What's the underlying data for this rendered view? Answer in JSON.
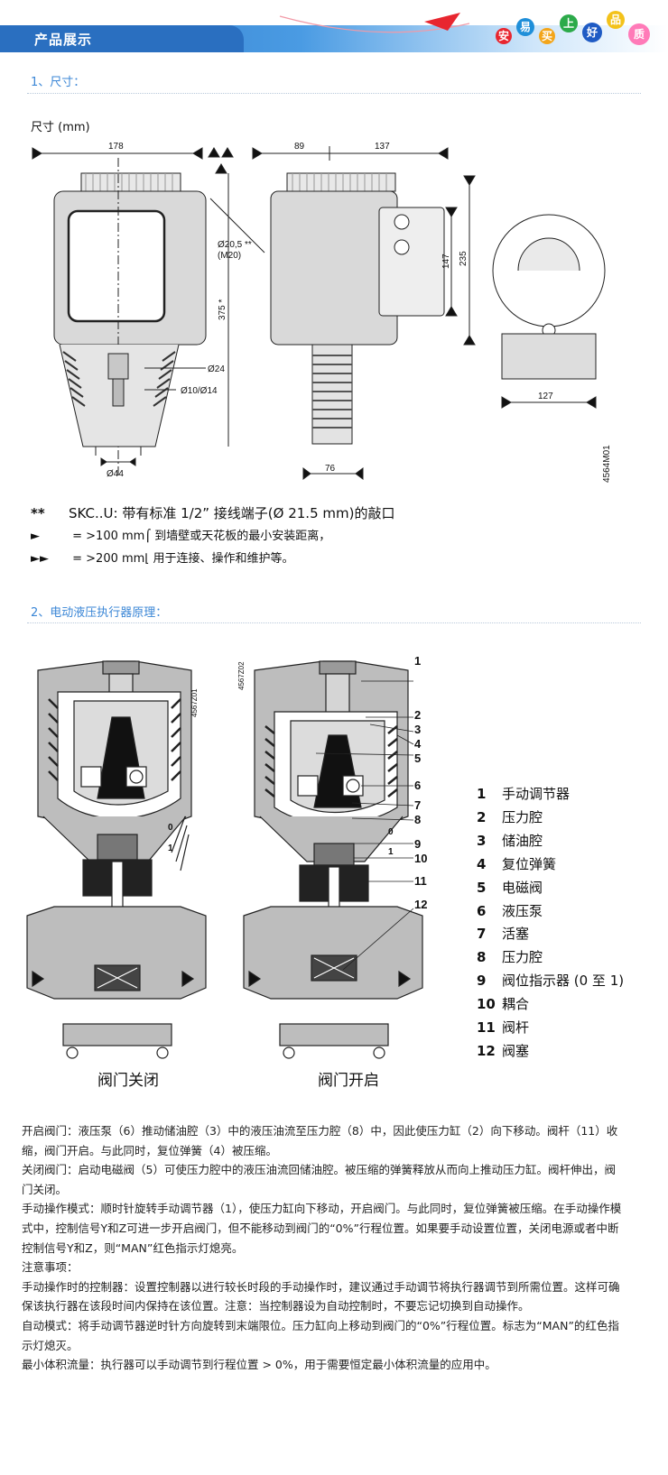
{
  "header": {
    "title": "产品展示",
    "slogan_chars": [
      "安",
      "易",
      "买",
      "上",
      "好",
      "品",
      "质"
    ]
  },
  "section1": {
    "title": "1、尺寸：",
    "drawing_title": "尺寸 (mm)",
    "dims": {
      "width_178": "178",
      "width_89": "89",
      "width_137": "137",
      "height_375": "375 *",
      "height_147": "147",
      "height_235": "235",
      "dia_205": "Ø20,5 **",
      "dia_m20": "(M20)",
      "dia_24": "Ø24",
      "dia_10_14": "Ø10/Ø14",
      "dia_44": "Ø44",
      "width_76": "76",
      "width_127": "127",
      "drawing_code": "4564M01"
    },
    "notes": [
      {
        "mark": "**",
        "text": "SKC..U: 带有标准 1/2” 接线端子(Ø 21.5 mm)的敲口"
      },
      {
        "mark": "►",
        "text": " = >100 mm⌠ 到墙壁或天花板的最小安装距离，"
      },
      {
        "mark": "►►",
        "text": " = >200 mm⌊ 用于连接、操作和维护等。"
      }
    ]
  },
  "section2": {
    "title": "2、电动液压执行器原理：",
    "code_closed": "4567Z01",
    "code_open": "4567Z02",
    "caption_closed": "阀门关闭",
    "caption_open": "阀门开启",
    "scale_0": "0",
    "scale_1": "1",
    "legend": [
      {
        "num": "1",
        "label": "手动调节器"
      },
      {
        "num": "2",
        "label": "压力腔"
      },
      {
        "num": "3",
        "label": "储油腔"
      },
      {
        "num": "4",
        "label": "复位弹簧"
      },
      {
        "num": "5",
        "label": "电磁阀"
      },
      {
        "num": "6",
        "label": "液压泵"
      },
      {
        "num": "7",
        "label": "活塞"
      },
      {
        "num": "8",
        "label": "压力腔"
      },
      {
        "num": "9",
        "label": "阀位指示器 (0 至 1)"
      },
      {
        "num": "10",
        "label": "耦合"
      },
      {
        "num": "11",
        "label": "阀杆"
      },
      {
        "num": "12",
        "label": "阀塞"
      }
    ]
  },
  "description": [
    "开启阀门：液压泵（6）推动储油腔（3）中的液压油流至压力腔（8）中，因此使压力缸（2）向下移动。阀杆（11）收缩，阀门开启。与此同时，复位弹簧（4）被压缩。",
    "关闭阀门：启动电磁阀（5）可使压力腔中的液压油流回储油腔。被压缩的弹簧释放从而向上推动压力缸。阀杆伸出，阀门关闭。",
    "手动操作模式：顺时针旋转手动调节器（1），使压力缸向下移动，开启阀门。与此同时，复位弹簧被压缩。在手动操作模式中，控制信号Y和Z可进一步开启阀门，但不能移动到阀门的“0%”行程位置。如果要手动设置位置，关闭电源或者中断控制信号Y和Z，则“MAN”红色指示灯熄亮。",
    "注意事项：",
    "手动操作时的控制器：设置控制器以进行较长时段的手动操作时，建议通过手动调节将执行器调节到所需位置。这样可确保该执行器在该段时间内保持在该位置。注意：当控制器设为自动控制时，不要忘记切换到自动操作。",
    "自动模式：将手动调节器逆时针方向旋转到末端限位。压力缸向上移动到阀门的“0%”行程位置。标志为“MAN”的红色指示灯熄灭。",
    "最小体积流量：执行器可以手动调节到行程位置 > 0%，用于需要恒定最小体积流量的应用中。"
  ]
}
